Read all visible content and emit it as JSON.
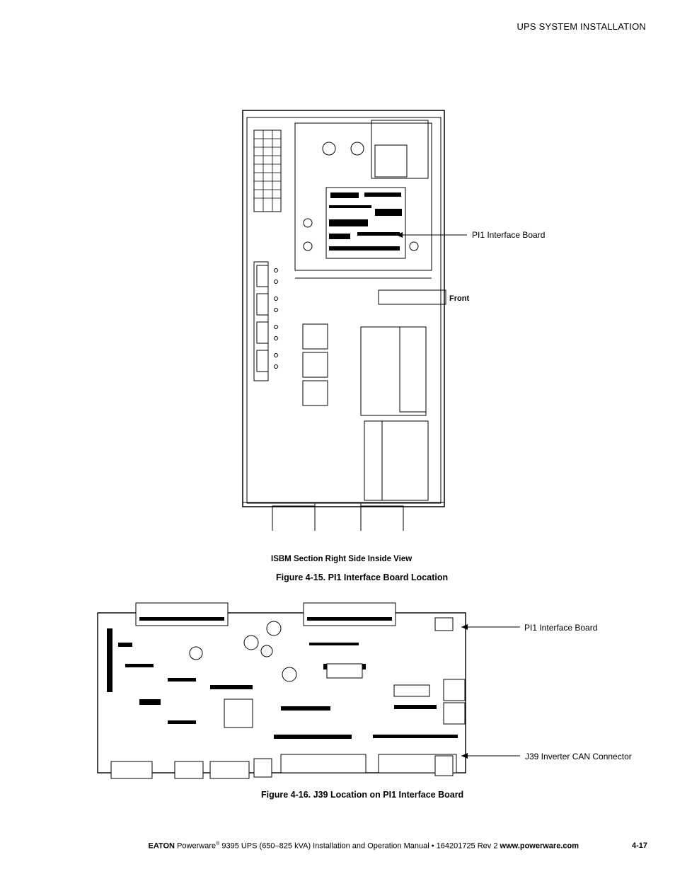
{
  "header": {
    "section": "UPS SYSTEM INSTALLATION"
  },
  "figure1": {
    "callout_board": "PI1 Interface Board",
    "callout_front": "Front",
    "subcaption": "ISBM Section Right Side Inside View",
    "caption": "Figure 4-15. PI1 Interface Board Location"
  },
  "figure2": {
    "callout_board": "PI1 Interface Board",
    "callout_connector": "J39 Inverter CAN Connector",
    "caption": "Figure 4-16. J39 Location on PI1 Interface Board"
  },
  "footer": {
    "brand": "EATON",
    "product": "Powerware",
    "registered": "®",
    "manual": " 9395 UPS (650–825 kVA) Installation and Operation Manual  •  164201725 Rev 2 ",
    "website": "www.powerware.com",
    "page_number": "4-17"
  }
}
